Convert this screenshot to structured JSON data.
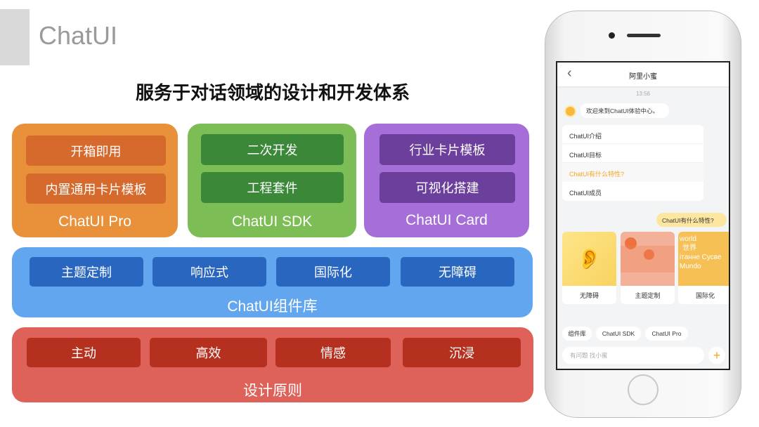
{
  "brand": "ChatUI",
  "title": "服务于对话领域的设计和开发体系",
  "pro": {
    "items": [
      "开箱即用",
      "内置通用卡片模板"
    ],
    "label": "ChatUI Pro"
  },
  "sdk": {
    "items": [
      "二次开发",
      "工程套件"
    ],
    "label": "ChatUI SDK"
  },
  "card": {
    "items": [
      "行业卡片模板",
      "可视化搭建"
    ],
    "label": "ChatUI Card"
  },
  "components": {
    "items": [
      "主题定制",
      "响应式",
      "国际化",
      "无障碍"
    ],
    "label": "ChatUI组件库"
  },
  "principles": {
    "items": [
      "主动",
      "高效",
      "情感",
      "沉浸"
    ],
    "label": "设计原则"
  },
  "phone": {
    "back": "‹",
    "header": "阿里小蜜",
    "time": "13:56",
    "welcome": "欢迎来到ChatUI体验中心。",
    "menu": [
      "ChatUI介绍",
      "ChatUI目标",
      "ChatUI有什么特性?",
      "ChatUI成员"
    ],
    "user_msg": "ChatUI有什么特性?",
    "cards": [
      "无障碍",
      "主题定制",
      "国际化"
    ],
    "intl_text": [
      "world",
      "世界",
      "ітанне Сусве",
      "Mundo"
    ],
    "chips": [
      "组件库",
      "ChatUI SDK",
      "ChatUI Pro"
    ],
    "input_placeholder": "有问题 找小蜜",
    "plus": "+"
  }
}
